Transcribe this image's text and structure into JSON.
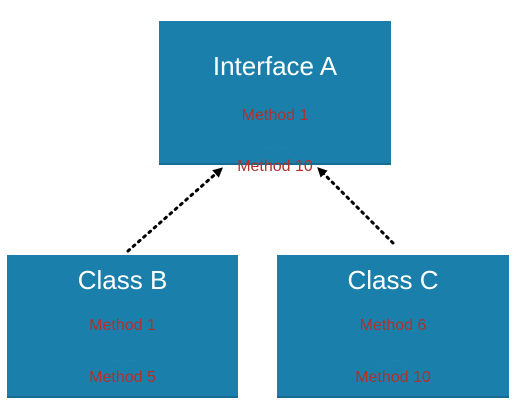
{
  "diagram": {
    "interface_a": {
      "title": "Interface A",
      "method_first": "Method 1",
      "ellipsis": ".........",
      "method_last": "Method 10"
    },
    "class_b": {
      "title": "Class B",
      "method_first": "Method 1",
      "ellipsis": ".........",
      "method_last": "Method 5"
    },
    "class_c": {
      "title": "Class C",
      "method_first": "Method 6",
      "ellipsis": ".........",
      "method_last": "Method 10"
    },
    "colors": {
      "box_fill": "#1a80ab",
      "title_text": "#ffffff",
      "method_text": "#b2302a",
      "arrow": "#000000"
    }
  }
}
